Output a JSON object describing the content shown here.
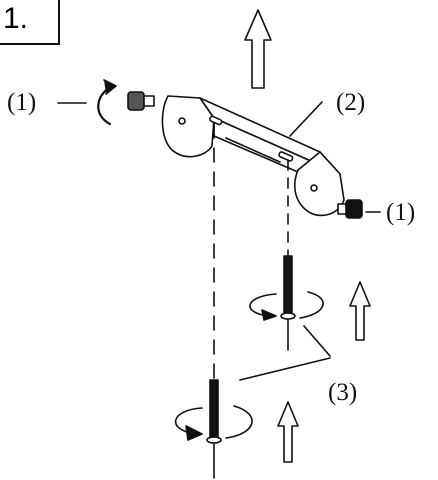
{
  "figure": {
    "step_label": "1.",
    "labels": {
      "screw_left": "(1)",
      "bracket": "(2)",
      "screw_right": "(1)",
      "anchors": "(3)"
    }
  }
}
